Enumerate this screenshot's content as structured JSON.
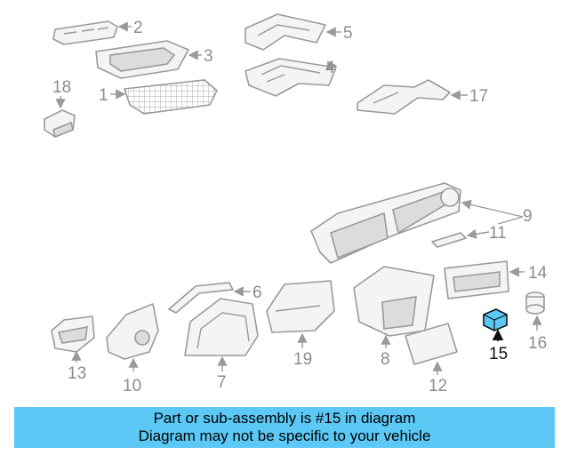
{
  "diagram": {
    "callouts": {
      "c1": "1",
      "c2": "2",
      "c3": "3",
      "c4": "4",
      "c5": "5",
      "c6": "6",
      "c7": "7",
      "c8": "8",
      "c9": "9",
      "c10": "10",
      "c11": "11",
      "c12": "12",
      "c13": "13",
      "c14": "14",
      "c15": "15",
      "c16": "16",
      "c17": "17",
      "c18": "18",
      "c19": "19"
    },
    "highlighted_part": "15",
    "colors": {
      "highlight": "#5bc8f5",
      "line": "#9a9a9a",
      "callout_text": "#8c8c8c"
    }
  },
  "banner": {
    "line1": "Part or sub-assembly is #15 in diagram",
    "line2": "Diagram may not be specific to your vehicle"
  }
}
